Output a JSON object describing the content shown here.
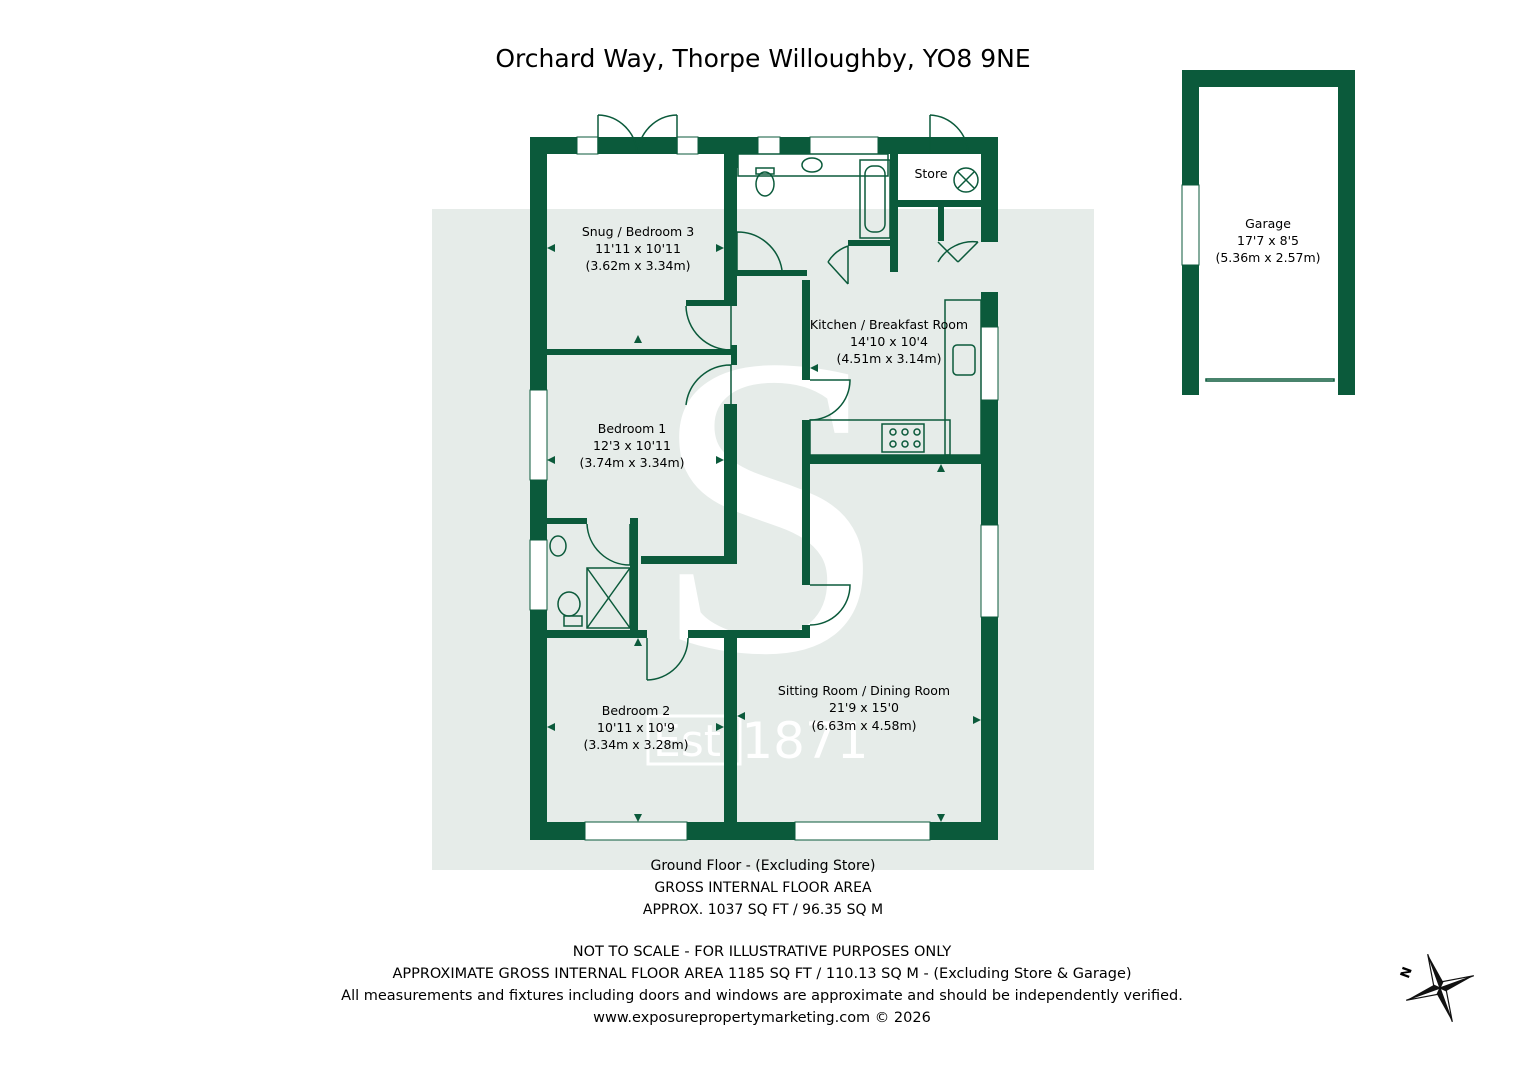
{
  "title": "Orchard Way, Thorpe Willoughby, YO8 9NE",
  "colors": {
    "wall": "#0b5a3b",
    "watermark_bg": "#e6ece9",
    "watermark_fg": "#ffffff",
    "text": "#111111"
  },
  "rooms": {
    "snug": {
      "name": "Snug / Bedroom 3",
      "imperial": "11'11 x 10'11",
      "metric": "(3.62m x 3.34m)"
    },
    "bedroom1": {
      "name": "Bedroom 1",
      "imperial": "12'3 x 10'11",
      "metric": "(3.74m x 3.34m)"
    },
    "bedroom2": {
      "name": "Bedroom 2",
      "imperial": "10'11 x 10'9",
      "metric": "(3.34m x 3.28m)"
    },
    "kitchen": {
      "name": "Kitchen / Breakfast Room",
      "imperial": "14'10 x 10'4",
      "metric": "(4.51m x 3.14m)"
    },
    "sitting": {
      "name": "Sitting Room / Dining Room",
      "imperial": "21'9 x 15'0",
      "metric": "(6.63m x 4.58m)"
    },
    "garage": {
      "name": "Garage",
      "imperial": "17'7 x 8'5",
      "metric": "(5.36m x 2.57m)"
    },
    "store": {
      "name": "Store"
    }
  },
  "watermark": {
    "letter": "S",
    "est": "Est.",
    "year": "1871"
  },
  "floor_summary": {
    "line1": "Ground Floor - (Excluding Store)",
    "line2": "GROSS INTERNAL FLOOR AREA",
    "line3": "APPROX. 1037 SQ FT / 96.35 SQ M"
  },
  "disclaimer": {
    "line1": "NOT TO SCALE - FOR ILLUSTRATIVE PURPOSES ONLY",
    "line2": "APPROXIMATE GROSS INTERNAL FLOOR AREA 1185 SQ FT / 110.13 SQ M - (Excluding Store & Garage)",
    "line3": "All measurements and fixtures including doors and windows are approximate and should be independently verified.",
    "line4": "www.exposurepropertymarketing.com © 2026"
  },
  "icons": {
    "compass": "compass-rose-icon"
  }
}
